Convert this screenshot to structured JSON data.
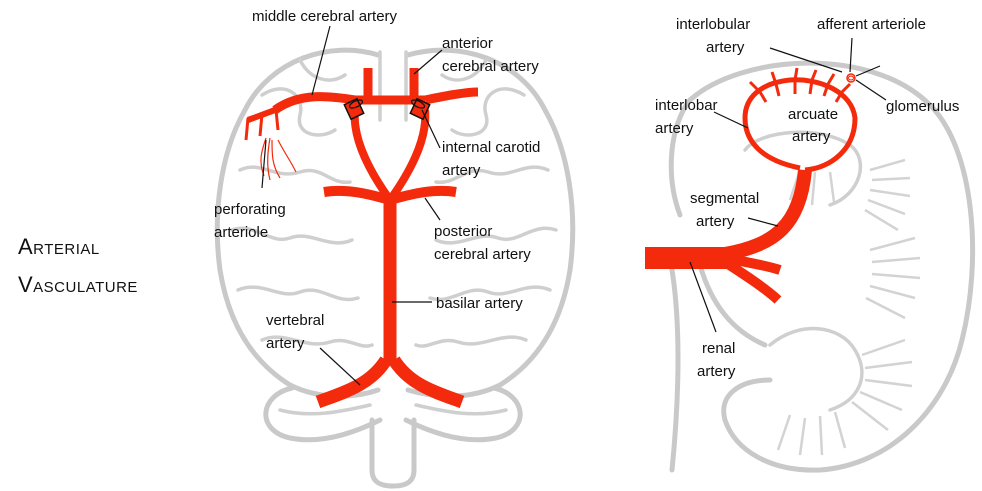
{
  "title": {
    "line1": "Arterial",
    "line2": "Vasculature"
  },
  "colors": {
    "artery": "#f42a0c",
    "outline": "#c9c9c9",
    "text": "#111111"
  },
  "brain_labels": {
    "middle_cerebral": "middle cerebral artery",
    "anterior_cerebral_1": "anterior",
    "anterior_cerebral_2": "cerebral artery",
    "internal_carotid_1": "internal carotid",
    "internal_carotid_2": "artery",
    "perforating_1": "perforating",
    "perforating_2": "arteriole",
    "posterior_cerebral_1": "posterior",
    "posterior_cerebral_2": "cerebral artery",
    "basilar": "basilar artery",
    "vertebral_1": "vertebral",
    "vertebral_2": "artery"
  },
  "kidney_labels": {
    "interlobular_1": "interlobular",
    "interlobular_2": "artery",
    "afferent": "afferent arteriole",
    "glomerulus": "glomerulus",
    "interlobar_1": "interlobar",
    "interlobar_2": "artery",
    "arcuate_1": "arcuate",
    "arcuate_2": "artery",
    "segmental_1": "segmental",
    "segmental_2": "artery",
    "renal_1": "renal",
    "renal_2": "artery"
  }
}
